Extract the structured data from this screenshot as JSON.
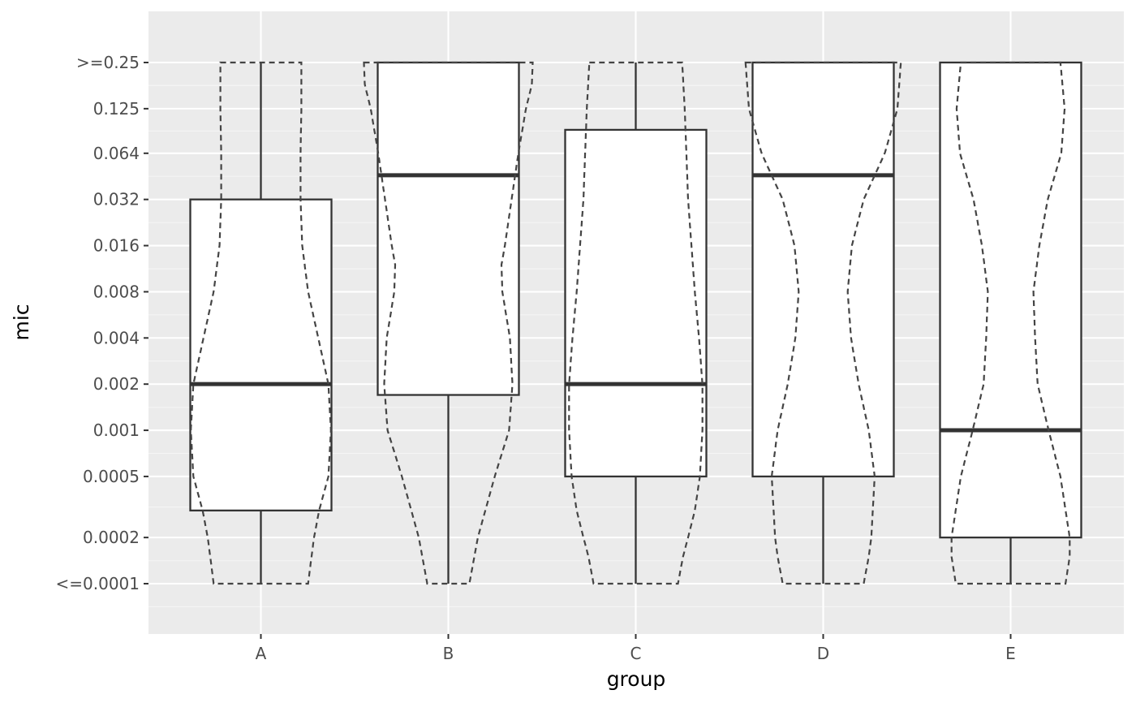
{
  "chart_data": {
    "type": "boxplot",
    "xlabel": "group",
    "ylabel": "mic",
    "y_scale": "log2",
    "grid": true,
    "y_ticks": [
      {
        "label": ">=0.25",
        "value": 0.25
      },
      {
        "label": "0.125",
        "value": 0.125
      },
      {
        "label": "0.064",
        "value": 0.064
      },
      {
        "label": "0.032",
        "value": 0.032
      },
      {
        "label": "0.016",
        "value": 0.016
      },
      {
        "label": "0.008",
        "value": 0.008
      },
      {
        "label": "0.004",
        "value": 0.004
      },
      {
        "label": "0.002",
        "value": 0.002
      },
      {
        "label": "0.001",
        "value": 0.001
      },
      {
        "label": "0.0005",
        "value": 0.0005
      },
      {
        "label": "0.0002",
        "value": 0.0002
      },
      {
        "label": "<=0.0001",
        "value": 0.0001
      }
    ],
    "y_minor_ticks": [
      0.177,
      0.0894,
      0.0453,
      0.0226,
      0.0113,
      0.00566,
      0.00283,
      0.00141,
      0.000707,
      0.000316,
      0.000141,
      7.07e-05
    ],
    "ylim": [
      5e-05,
      0.35
    ],
    "categories": [
      "A",
      "B",
      "C",
      "D",
      "E"
    ],
    "boxes": [
      {
        "group": "A",
        "min": 0.0001,
        "q1": 0.0003,
        "median": 0.002,
        "q3": 0.032,
        "max": 0.25
      },
      {
        "group": "B",
        "min": 0.0001,
        "q1": 0.0017,
        "median": 0.046,
        "q3": 0.25,
        "max": 0.25
      },
      {
        "group": "C",
        "min": 0.0001,
        "q1": 0.0005,
        "median": 0.002,
        "q3": 0.091,
        "max": 0.25
      },
      {
        "group": "D",
        "min": 0.0001,
        "q1": 0.0005,
        "median": 0.046,
        "q3": 0.25,
        "max": 0.25
      },
      {
        "group": "E",
        "min": 0.0001,
        "q1": 0.0002,
        "median": 0.001,
        "q3": 0.25,
        "max": 0.25
      }
    ],
    "violins": [
      {
        "group": "A",
        "density": [
          [
            0.0001,
            0.56
          ],
          [
            0.00015,
            0.6
          ],
          [
            0.0002,
            0.63
          ],
          [
            0.0003,
            0.69
          ],
          [
            0.0005,
            0.8
          ],
          [
            0.001,
            0.83
          ],
          [
            0.002,
            0.8
          ],
          [
            0.004,
            0.68
          ],
          [
            0.008,
            0.56
          ],
          [
            0.016,
            0.49
          ],
          [
            0.032,
            0.47
          ],
          [
            0.064,
            0.47
          ],
          [
            0.125,
            0.48
          ],
          [
            0.25,
            0.48
          ]
        ]
      },
      {
        "group": "B",
        "density": [
          [
            0.0001,
            0.25
          ],
          [
            0.0002,
            0.35
          ],
          [
            0.0005,
            0.55
          ],
          [
            0.001,
            0.72
          ],
          [
            0.002,
            0.76
          ],
          [
            0.004,
            0.73
          ],
          [
            0.008,
            0.64
          ],
          [
            0.012,
            0.63
          ],
          [
            0.016,
            0.67
          ],
          [
            0.032,
            0.75
          ],
          [
            0.064,
            0.83
          ],
          [
            0.125,
            0.92
          ],
          [
            0.18,
            0.99
          ],
          [
            0.25,
            1.0
          ]
        ]
      },
      {
        "group": "C",
        "density": [
          [
            0.0001,
            0.5
          ],
          [
            0.00015,
            0.56
          ],
          [
            0.0002,
            0.62
          ],
          [
            0.0003,
            0.7
          ],
          [
            0.0005,
            0.76
          ],
          [
            0.001,
            0.79
          ],
          [
            0.002,
            0.79
          ],
          [
            0.004,
            0.75
          ],
          [
            0.008,
            0.7
          ],
          [
            0.016,
            0.66
          ],
          [
            0.032,
            0.62
          ],
          [
            0.064,
            0.6
          ],
          [
            0.125,
            0.58
          ],
          [
            0.25,
            0.55
          ]
        ]
      },
      {
        "group": "D",
        "density": [
          [
            0.0001,
            0.48
          ],
          [
            0.00015,
            0.54
          ],
          [
            0.0002,
            0.57
          ],
          [
            0.0005,
            0.61
          ],
          [
            0.001,
            0.54
          ],
          [
            0.002,
            0.42
          ],
          [
            0.004,
            0.33
          ],
          [
            0.008,
            0.29
          ],
          [
            0.016,
            0.34
          ],
          [
            0.032,
            0.48
          ],
          [
            0.064,
            0.73
          ],
          [
            0.125,
            0.88
          ],
          [
            0.25,
            0.92
          ]
        ]
      },
      {
        "group": "E",
        "density": [
          [
            0.0001,
            0.65
          ],
          [
            0.00015,
            0.7
          ],
          [
            0.0002,
            0.7
          ],
          [
            0.0005,
            0.59
          ],
          [
            0.001,
            0.45
          ],
          [
            0.002,
            0.32
          ],
          [
            0.004,
            0.29
          ],
          [
            0.008,
            0.27
          ],
          [
            0.016,
            0.34
          ],
          [
            0.032,
            0.44
          ],
          [
            0.064,
            0.6
          ],
          [
            0.125,
            0.64
          ],
          [
            0.25,
            0.59
          ]
        ]
      }
    ],
    "colors": {
      "panel_background": "#ebebeb",
      "grid_major": "#ffffff",
      "grid_minor": "#f5f5f5",
      "box_fill": "#ffffff",
      "box_stroke": "#333333",
      "violin_stroke": "#444444"
    }
  }
}
